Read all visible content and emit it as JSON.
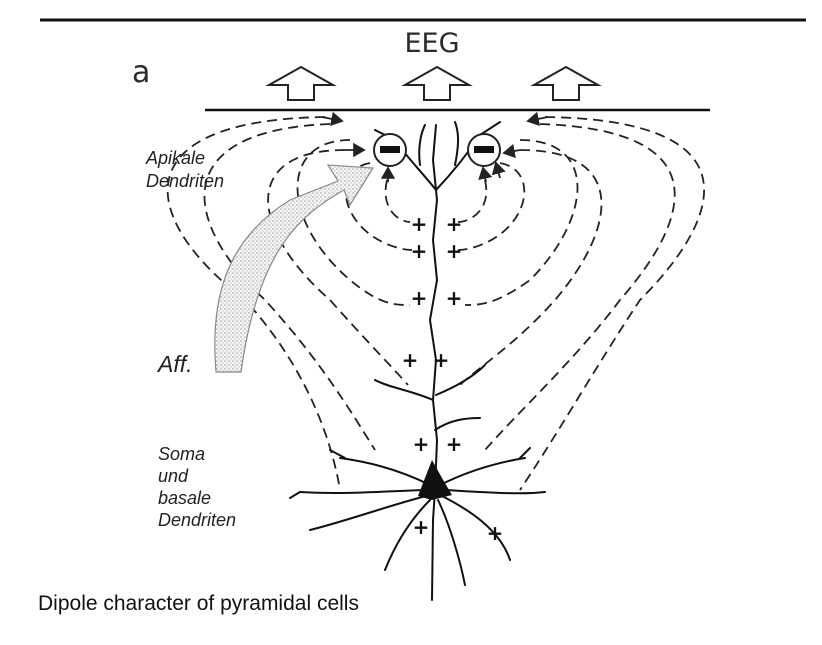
{
  "figure": {
    "panel_letter": "a",
    "eeg_label": "EEG",
    "apical_label_line1": "Apikale",
    "apical_label_line2": "Dendriten",
    "afferent_label": "Aff.",
    "soma_label_line1": "Soma",
    "soma_label_line2": "und",
    "soma_label_line3": "basale",
    "soma_label_line4": "Dendriten",
    "plus_sign": "+"
  },
  "caption": "Dipole character of pyramidal cells"
}
